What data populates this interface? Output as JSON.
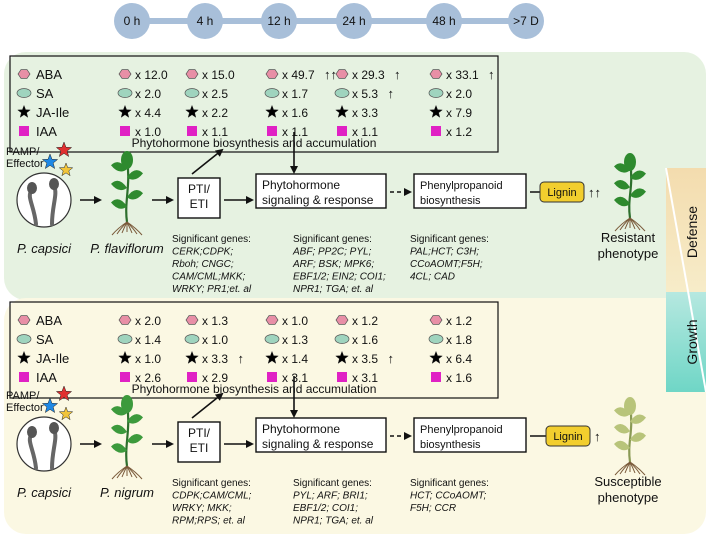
{
  "timeline": [
    "0 h",
    "4 h",
    "12 h",
    "24 h",
    "48 h",
    ">7 D"
  ],
  "hormones": [
    "ABA",
    "SA",
    "JA-Ile",
    "IAA"
  ],
  "panel_heading": "Phytohormone biosynthesis and accumulation",
  "resistant": {
    "pathogen": "P. capsici",
    "host": "P. flaviflorum",
    "elicitor": [
      "PAMP/",
      "Effector"
    ],
    "pti": [
      "PTI/",
      "ETI"
    ],
    "signaling": [
      "Phytohormone",
      "signaling & response"
    ],
    "phenyl": [
      "Phenylpropanoid",
      "biosynthesis"
    ],
    "lignin": "Lignin",
    "lignin_arrow": "↑↑",
    "phenotype": [
      "Resistant",
      "phenotype"
    ],
    "fold": [
      [
        "x 12.0",
        "x 15.0",
        "x 49.7",
        "x 29.3",
        "x 33.1"
      ],
      [
        "x 2.0",
        "x 2.5",
        "x 1.7",
        "x 5.3",
        "x 2.0"
      ],
      [
        "x 4.4",
        "x 2.2",
        "x 1.6",
        "x 3.3",
        "x 7.9"
      ],
      [
        "x 1.0",
        "x 1.1",
        "x 1.1",
        "x 1.1",
        "x 1.2"
      ]
    ],
    "arrows": [
      [
        "",
        "",
        "↑↑",
        "↑",
        "↑"
      ],
      [
        "",
        "",
        "",
        "↑",
        ""
      ],
      [
        "",
        "",
        "",
        "",
        ""
      ],
      [
        "",
        "",
        "",
        "",
        ""
      ]
    ],
    "genes1": [
      "Significant genes:",
      "CERK;CDPK;",
      "Rboh; CNGC;",
      "CAM/CML;MKK;",
      "WRKY; PR1;et. al"
    ],
    "genes2": [
      "Significant genes:",
      "ABF; PP2C; PYL;",
      "ARF; BSK; MPK6;",
      "EBF1/2; EIN2; COI1;",
      "NPR1; TGA; et. al"
    ],
    "genes3": [
      "Significant genes:",
      "PAL;HCT; C3H;",
      "CCoAOMT;F5H;",
      "4CL; CAD"
    ]
  },
  "susceptible": {
    "pathogen": "P. capsici",
    "host": "P. nigrum",
    "elicitor": [
      "PAMP/",
      "Effector"
    ],
    "pti": [
      "PTI/",
      "ETI"
    ],
    "signaling": [
      "Phytohormone",
      "signaling & response"
    ],
    "phenyl": [
      "Phenylpropanoid",
      "biosynthesis"
    ],
    "lignin": "Lignin",
    "lignin_arrow": "↑",
    "phenotype": [
      "Susceptible",
      "phenotype"
    ],
    "fold": [
      [
        "x 2.0",
        "x 1.3",
        "x 1.0",
        "x 1.2",
        "x 1.2"
      ],
      [
        "x 1.4",
        "x 1.0",
        "x 1.3",
        "x 1.6",
        "x 1.8"
      ],
      [
        "x 1.0",
        "x 3.3",
        "x 1.4",
        "x 3.5",
        "x 6.4"
      ],
      [
        "x 2.6",
        "x 2.9",
        "x 3.1",
        "x 3.1",
        "x 1.6"
      ]
    ],
    "arrows": [
      [
        "",
        "",
        "",
        "",
        ""
      ],
      [
        "",
        "",
        "",
        "",
        ""
      ],
      [
        "",
        "↑",
        "",
        "↑",
        ""
      ],
      [
        "",
        "",
        "",
        "",
        ""
      ]
    ],
    "genes1": [
      "Significant genes:",
      "CDPK;CAM/CML;",
      "WRKY; MKK;",
      "RPM;RPS; et. al"
    ],
    "genes2": [
      "Significant genes:",
      "PYL; ARF; BRI1;",
      "EBF1/2; COI1;",
      "NPR1; TGA; et. al"
    ],
    "genes3": [
      "Significant genes:",
      "HCT; CCoAOMT;",
      "F5H; CCR"
    ]
  },
  "side_labels": [
    "Defense",
    "Growth"
  ],
  "colors": {
    "aba": "#e88fa6",
    "sa": "#9fd4be",
    "ja": "#000000",
    "iaa": "#e021c4",
    "timeline_circle": "#a8bfd9",
    "bg_top": "#e6f2e1",
    "bg_bottom": "#fbf8e3",
    "lignin": "#f2ce2e"
  }
}
